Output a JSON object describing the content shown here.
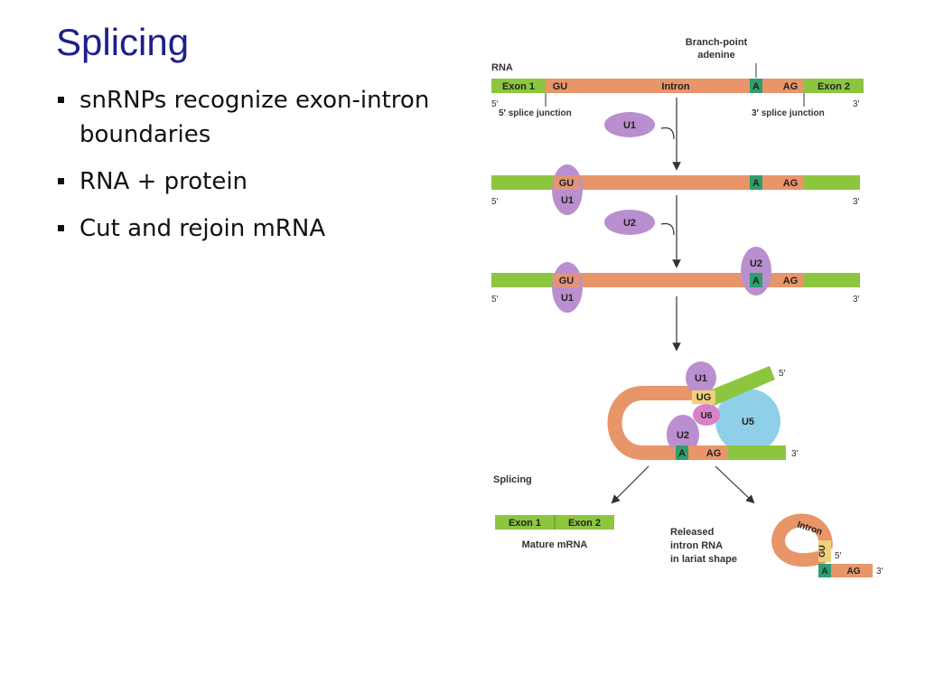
{
  "slide": {
    "title": "Splicing",
    "bullets": [
      "snRNPs recognize exon-intron boundaries",
      "RNA + protein",
      "Cut and rejoin mRNA"
    ]
  },
  "figure": {
    "branch_point_label_line1": "Branch-point",
    "branch_point_label_line2": "adenine",
    "rna_label": "RNA",
    "exon1": "Exon 1",
    "exon2": "Exon 2",
    "intron": "Intron",
    "gu": "GU",
    "a": "A",
    "ag": "AG",
    "ug": "UG",
    "five_prime": "5′",
    "three_prime": "3′",
    "five_splice_junction": "5′ splice junction",
    "three_splice_junction": "3′ splice junction",
    "u1": "U1",
    "u2": "U2",
    "u5": "U5",
    "u6": "U6",
    "splicing": "Splicing",
    "mature_mrna": "Mature mRNA",
    "released_line1": "Released",
    "released_line2": "intron RNA",
    "released_line3": "in lariat shape",
    "lariat_intron": "Intron",
    "colors": {
      "exon": "#8cc63f",
      "intron": "#e8956a",
      "branch_a": "#2e9e6e",
      "snrnp": "#b98fcf",
      "u5": "#8fd0e8",
      "title": "#1d1f8c"
    }
  }
}
